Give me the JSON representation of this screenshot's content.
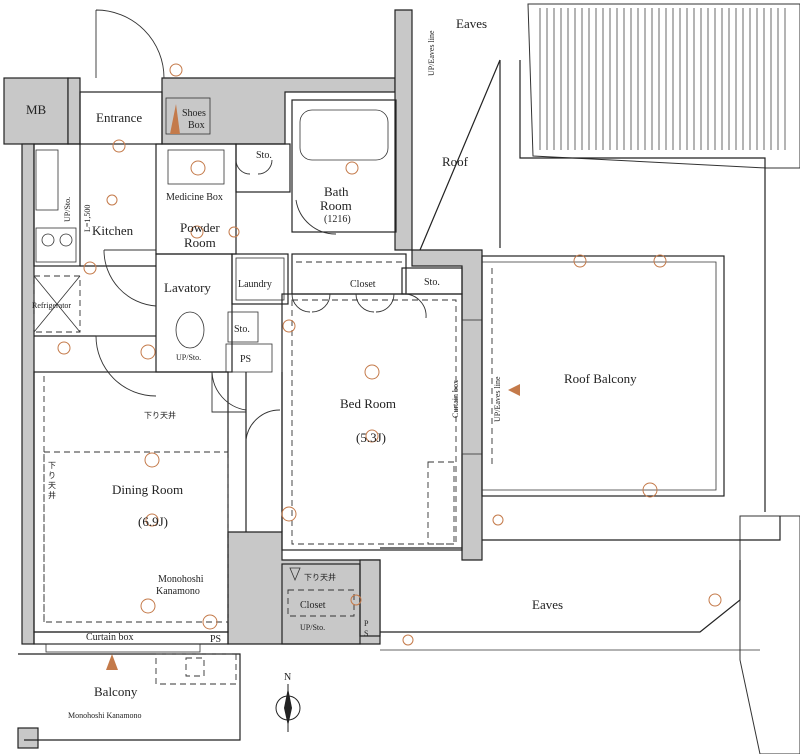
{
  "rooms": {
    "mb": "MB",
    "entrance": "Entrance",
    "shoes_box": [
      "Shoes",
      "Box"
    ],
    "kitchen": "Kitchen",
    "kitchen_dim": "L=1,500",
    "up_sto_left": "UP/Sto.",
    "medicine_box": "Medicine Box",
    "powder_room": [
      "Powder",
      "Room"
    ],
    "sto_top": "Sto.",
    "bath_room": [
      "Bath",
      "Room",
      "(1216)"
    ],
    "laundry": "Laundry",
    "lavatory": "Lavatory",
    "sto_lav": "Sto.",
    "up_sto_lav": "UP/Sto.",
    "ps_lav": "PS",
    "refrigerator": "Refrigerator",
    "closet_top": "Closet",
    "sto_bed": "Sto.",
    "bed_room": [
      "Bed Room",
      "(5.3J)"
    ],
    "curtain_box_right": "Curtain box",
    "up_eaves_line_right": "UP/Eaves line",
    "roof_balcony": "Roof Balcony",
    "roof": "Roof",
    "eaves_top": "Eaves",
    "up_eaves_line_top": "UP/Eaves line",
    "eaves_bottom": "Eaves",
    "dining_room": [
      "Dining Room",
      "(6.9J)"
    ],
    "shita_ten": "下り天井",
    "shita_ten_side": [
      "下",
      "り",
      "天",
      "井"
    ],
    "monohoshi": [
      "Monohoshi",
      "Kanamono"
    ],
    "curtain_box_bottom": "Curtain box",
    "ps_bottom": "PS",
    "balcony": "Balcony",
    "monohoshi_balcony": "Monohoshi Kanamono",
    "shita_ten_closet": "下り天井",
    "closet_bottom": "Closet",
    "up_sto_bottom": "UP/Sto.",
    "ps_right": [
      "P",
      "S"
    ],
    "compass": "N"
  },
  "colors": {
    "wall": "#c8c8c8",
    "line": "#222222",
    "symbol": "#c47a4a"
  }
}
